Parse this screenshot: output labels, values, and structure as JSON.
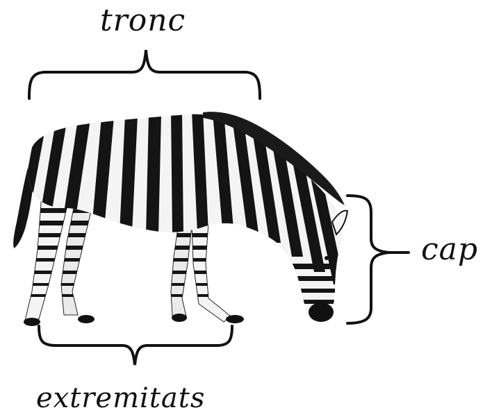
{
  "labels": {
    "trunk": "tronc",
    "head": "cap",
    "limbs": "extremitats"
  },
  "colors": {
    "ink": "#111111",
    "stripe_dark": "#141414",
    "stripe_light": "#f4f4f4",
    "background": "#ffffff"
  },
  "image": {
    "subject": "zebra",
    "icons": [
      "zebra-illustration",
      "brace-bracket"
    ]
  }
}
